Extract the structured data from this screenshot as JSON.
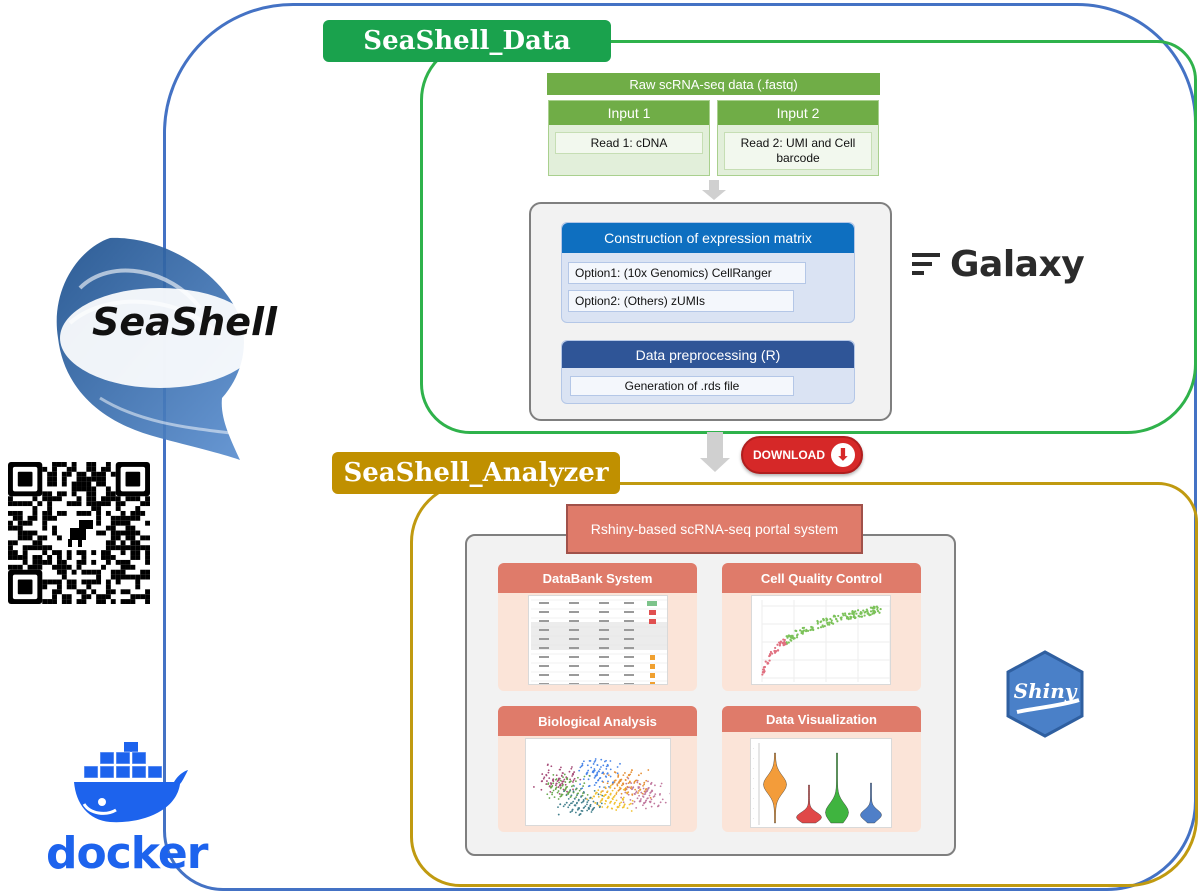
{
  "sections": {
    "data_title": "SeaShell_Data",
    "analyzer_title": "SeaShell_Analyzer"
  },
  "raw_data": {
    "label": "Raw scRNA-seq data (.fastq)",
    "inputs": [
      {
        "title": "Input 1",
        "content": "Read 1: cDNA"
      },
      {
        "title": "Input 2",
        "content": "Read 2: UMI and Cell barcode"
      }
    ]
  },
  "processing": {
    "matrix_title": "Construction of expression matrix",
    "options": [
      "Option1: (10x Genomics)  CellRanger",
      "Option2: (Others) zUMIs"
    ],
    "preprocess_title": "Data preprocessing (R)",
    "preprocess_step": "Generation of .rds file"
  },
  "logos": {
    "galaxy": "Galaxy",
    "seashell": "SeaShell",
    "docker": "docker",
    "shiny": "Shiny"
  },
  "download_button": "DOWNLOAD",
  "analyzer": {
    "portal": "Rshiny-based scRNA-seq portal system",
    "modules": [
      {
        "title": "DataBank System",
        "preview": "table"
      },
      {
        "title": "Cell Quality Control",
        "preview": "scatter"
      },
      {
        "title": "Biological Analysis",
        "preview": "umap"
      },
      {
        "title": "Data Visualization",
        "preview": "violin"
      }
    ]
  },
  "colors": {
    "frame_blue": "#4472c4",
    "data_green": "#1aa24d",
    "analyzer_gold": "#c09000",
    "matrix_blue": "#0e6fc0",
    "preprocess_navy": "#2f5597",
    "module_salmon": "#df7b6a",
    "download_red": "#d62828"
  }
}
